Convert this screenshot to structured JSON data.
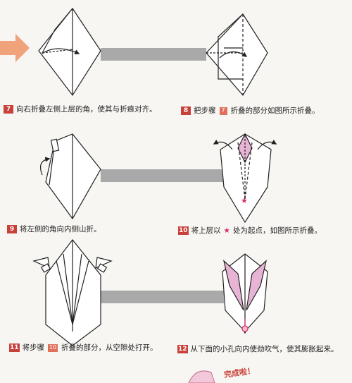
{
  "steps": [
    {
      "num": "7",
      "text": "向右折叠左侧上层的角，使其与折痕对齐。"
    },
    {
      "num": "8",
      "pre": "把步骤",
      "ref": "7",
      "post": "折叠的部分如图所示折叠。"
    },
    {
      "num": "9",
      "text": "将左侧的角向内侧山折。"
    },
    {
      "num": "10",
      "pre": "将上层以",
      "star": "★",
      "post": "处为起点，如图所示折叠。"
    },
    {
      "num": "11",
      "pre": "将步骤",
      "ref": "10",
      "post": "折叠的部分，从空隙处打开。"
    },
    {
      "num": "12",
      "text": "从下面的小孔向内使劲吹气，使其膨胀起来。"
    }
  ],
  "footer": {
    "banner": "完成啦！"
  },
  "colors": {
    "accent": "#c8413a",
    "star": "#d8286a",
    "pink_fold": "#e7b4d6",
    "arrow_orange": "#f0a27a",
    "connector": "#a9a9a9"
  }
}
